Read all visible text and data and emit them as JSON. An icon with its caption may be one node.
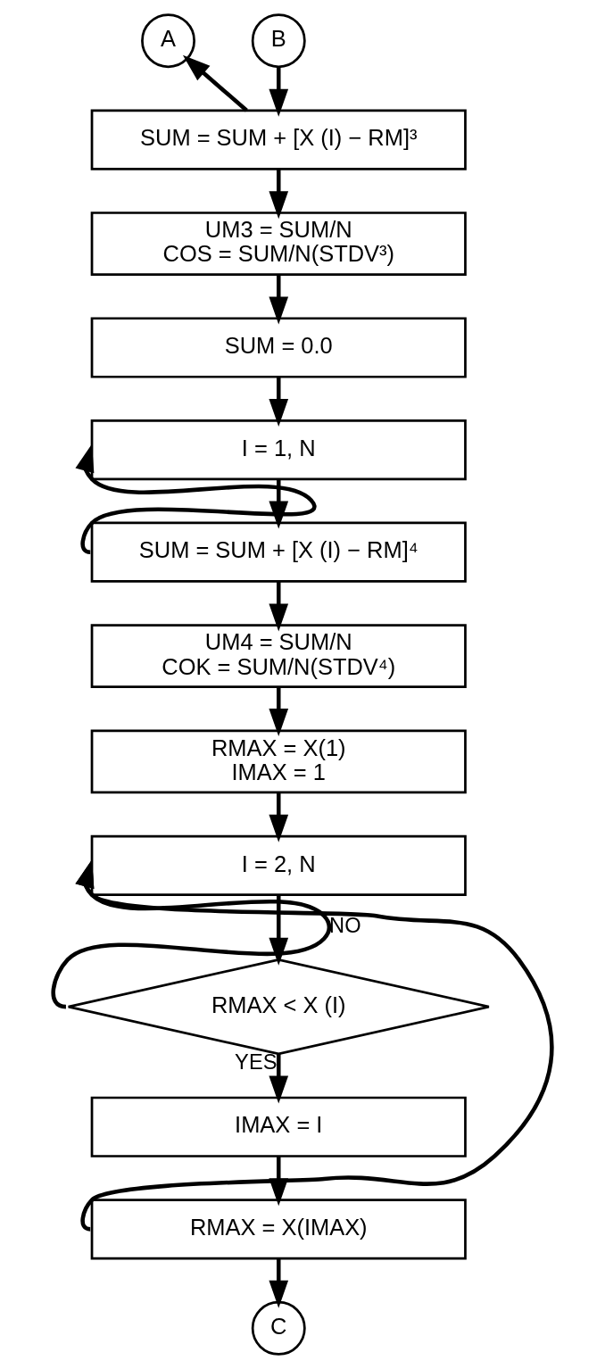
{
  "diagram": {
    "nodes": [
      {
        "text": [
          "A"
        ]
      },
      {
        "text": [
          "B"
        ]
      },
      {
        "text": [
          "SUM = SUM + [X (I) − RM]³"
        ]
      },
      {
        "text": [
          "UM3 = SUM/N",
          "COS = SUM/N(STDV³)"
        ]
      },
      {
        "text": [
          "SUM = 0.0"
        ]
      },
      {
        "text": [
          "I = 1, N"
        ]
      },
      {
        "text": [
          "SUM = SUM + [X (I) − RM]⁴"
        ]
      },
      {
        "text": [
          "UM4 = SUM/N",
          "COK = SUM/N(STDV⁴)"
        ]
      },
      {
        "text": [
          "RMAX = X(1)",
          "IMAX = 1"
        ]
      },
      {
        "text": [
          "I = 2, N"
        ]
      },
      {
        "text": [
          "RMAX < X (I)"
        ]
      },
      {
        "text": [
          "IMAX = I"
        ]
      },
      {
        "text": [
          "RMAX = X(IMAX)"
        ]
      },
      {
        "text": [
          "C"
        ]
      }
    ],
    "edges": [
      {
        "from": 1,
        "to": 2,
        "arrow": "to"
      },
      {
        "from": 2,
        "to": 3,
        "arrow": "to"
      },
      {
        "from": 2,
        "to": 0,
        "arrow": "to"
      },
      {
        "from": 3,
        "to": 4,
        "arrow": "to"
      },
      {
        "from": 4,
        "to": 5,
        "arrow": "to"
      },
      {
        "from": 5,
        "to": 6,
        "arrow": "to"
      },
      {
        "from": 6,
        "to": 5,
        "arrow": "to"
      },
      {
        "from": 6,
        "to": 7,
        "arrow": "to"
      },
      {
        "from": 7,
        "to": 8,
        "arrow": "to"
      },
      {
        "from": 8,
        "to": 9,
        "arrow": "to"
      },
      {
        "from": 9,
        "to": 10,
        "arrow": "to"
      },
      {
        "from": 10,
        "to": 9,
        "label": "NO",
        "arrow": "to"
      },
      {
        "from": 10,
        "to": 11,
        "label": "YES",
        "arrow": "to"
      },
      {
        "from": 11,
        "to": 12,
        "arrow": "to"
      },
      {
        "from": 12,
        "to": 9,
        "arrow": "to"
      },
      {
        "from": 12,
        "to": 13,
        "arrow": "to"
      }
    ]
  }
}
